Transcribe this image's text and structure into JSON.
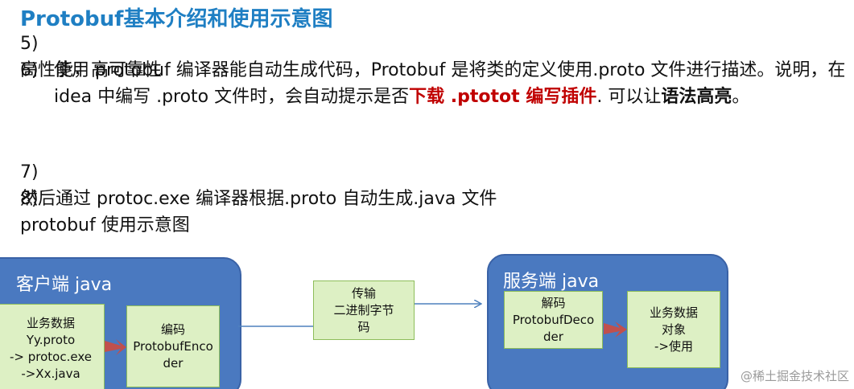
{
  "title": "Protobuf基本介绍和使用示意图",
  "bullets": {
    "b5": {
      "num": "5)",
      "text": "高性能，高可靠性"
    },
    "b6": {
      "num": "6)",
      "text_a": "使用 protobuf 编译器能自动生成代码，Protobuf 是将类的定义使用.proto 文件进行描述。说明，在idea 中编写 .proto 文件时，会自动提示是否",
      "text_red": "下载 .ptotot 编写插件",
      "text_b": ". 可以让",
      "text_bold": "语法高亮",
      "text_c": "。"
    },
    "b7": {
      "num": "7)",
      "text": "然后通过 protoc.exe 编译器根据.proto 自动生成.java 文件"
    },
    "b8": {
      "num": "8)",
      "text": "protobuf 使用示意图"
    }
  },
  "diagram": {
    "client_label": "客户端 java",
    "server_label": "服务端 java",
    "client_data": [
      "业务数据",
      "Yy.proto",
      "-> protoc.exe",
      "->Xx.java"
    ],
    "encoder": [
      "编码",
      "ProtobufEnco",
      "der"
    ],
    "transfer": [
      "传输",
      "二进制字节",
      "码"
    ],
    "decoder": [
      "解码",
      "ProtobufDeco",
      "der"
    ],
    "server_data": [
      "业务数据",
      "对象",
      "->使用"
    ],
    "colors": {
      "container": "#4a79c0",
      "box_fill": "#ddf0c4",
      "arrow_red": "#c0504d",
      "line_blue": "#4f81bd",
      "title_blue": "#1f7fc3"
    }
  },
  "watermark": "@稀土掘金技术社区"
}
